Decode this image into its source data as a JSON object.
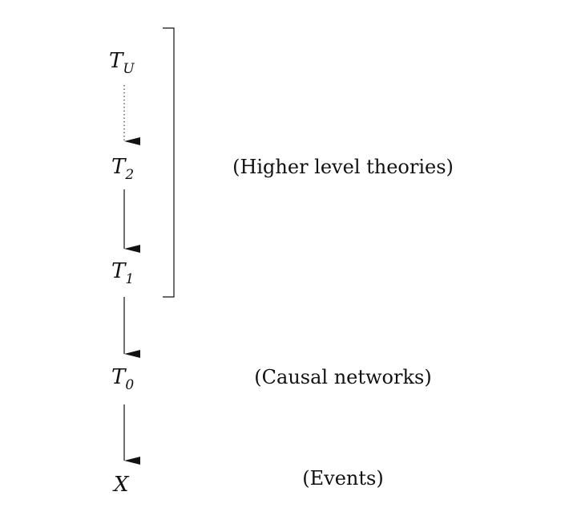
{
  "nodes": [
    {
      "id": "tu",
      "base": "T",
      "sub": "U"
    },
    {
      "id": "t2",
      "base": "T",
      "sub": "2"
    },
    {
      "id": "t1",
      "base": "T",
      "sub": "1"
    },
    {
      "id": "t0",
      "base": "T",
      "sub": "0"
    },
    {
      "id": "x",
      "base": "X",
      "sub": ""
    }
  ],
  "edges": [
    {
      "from": "tu",
      "to": "t2",
      "style": "dotted"
    },
    {
      "from": "t2",
      "to": "t1",
      "style": "solid"
    },
    {
      "from": "t1",
      "to": "t0",
      "style": "solid"
    },
    {
      "from": "t0",
      "to": "x",
      "style": "solid"
    }
  ],
  "bracket": {
    "spans": [
      "tu",
      "t1"
    ]
  },
  "labels": {
    "higher": "(Higher level theories)",
    "causal": "(Causal networks)",
    "events": "(Events)"
  }
}
